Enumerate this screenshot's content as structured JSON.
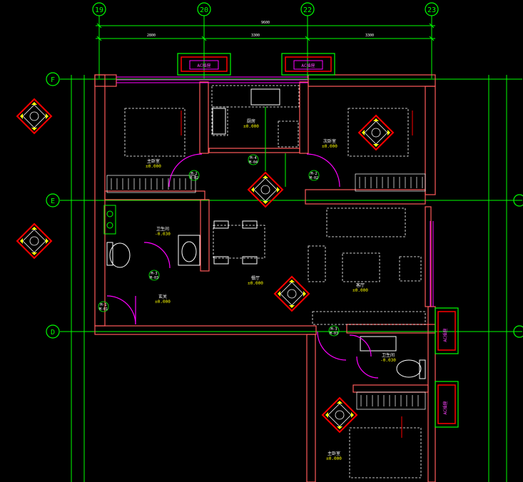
{
  "colors": {
    "background": "#000000",
    "wall": "#ff5a5a",
    "grid": "#00ff00",
    "annotation": "#ffffff",
    "furniture": "#ffffff",
    "door": "#ff00ff",
    "hatch": "#ffffff",
    "symbol": "#ff0000",
    "symbol_fill": "#ffff00",
    "text_yellow": "#ffff00",
    "text_magenta": "#ff44ff",
    "text_white": "#ffffff",
    "window": "#ff00ff"
  },
  "grid_axes": {
    "top": [
      "19",
      "20",
      "22",
      "23"
    ],
    "left": [
      "F",
      "E",
      "D"
    ]
  },
  "dimensions": {
    "top_total": "9600",
    "top_segments": [
      "2800",
      "3300",
      "3300"
    ]
  },
  "ac_labels": [
    "AC插座",
    "AC插座",
    "AC插座",
    "AC插座"
  ],
  "rooms": [
    {
      "name": "主卧室",
      "level": "±0.000"
    },
    {
      "name": "厨房",
      "level": "±0.000"
    },
    {
      "name": "次卧室",
      "level": "±0.000"
    },
    {
      "name": "卫生间",
      "level": "-0.030"
    },
    {
      "name": "餐厅",
      "level": "±0.000"
    },
    {
      "name": "客厅",
      "level": "±0.000"
    },
    {
      "name": "玄关",
      "level": "±0.000"
    },
    {
      "name": "卫生间",
      "level": "-0.030"
    },
    {
      "name": "主卧室",
      "level": "±0.000"
    }
  ],
  "doors": [
    "M-1",
    "M-2",
    "M-2",
    "M-3",
    "M-3",
    "M-4"
  ],
  "door_codes": [
    "M-01",
    "M-02",
    "M-02",
    "M-03",
    "M-03",
    "M-04"
  ]
}
